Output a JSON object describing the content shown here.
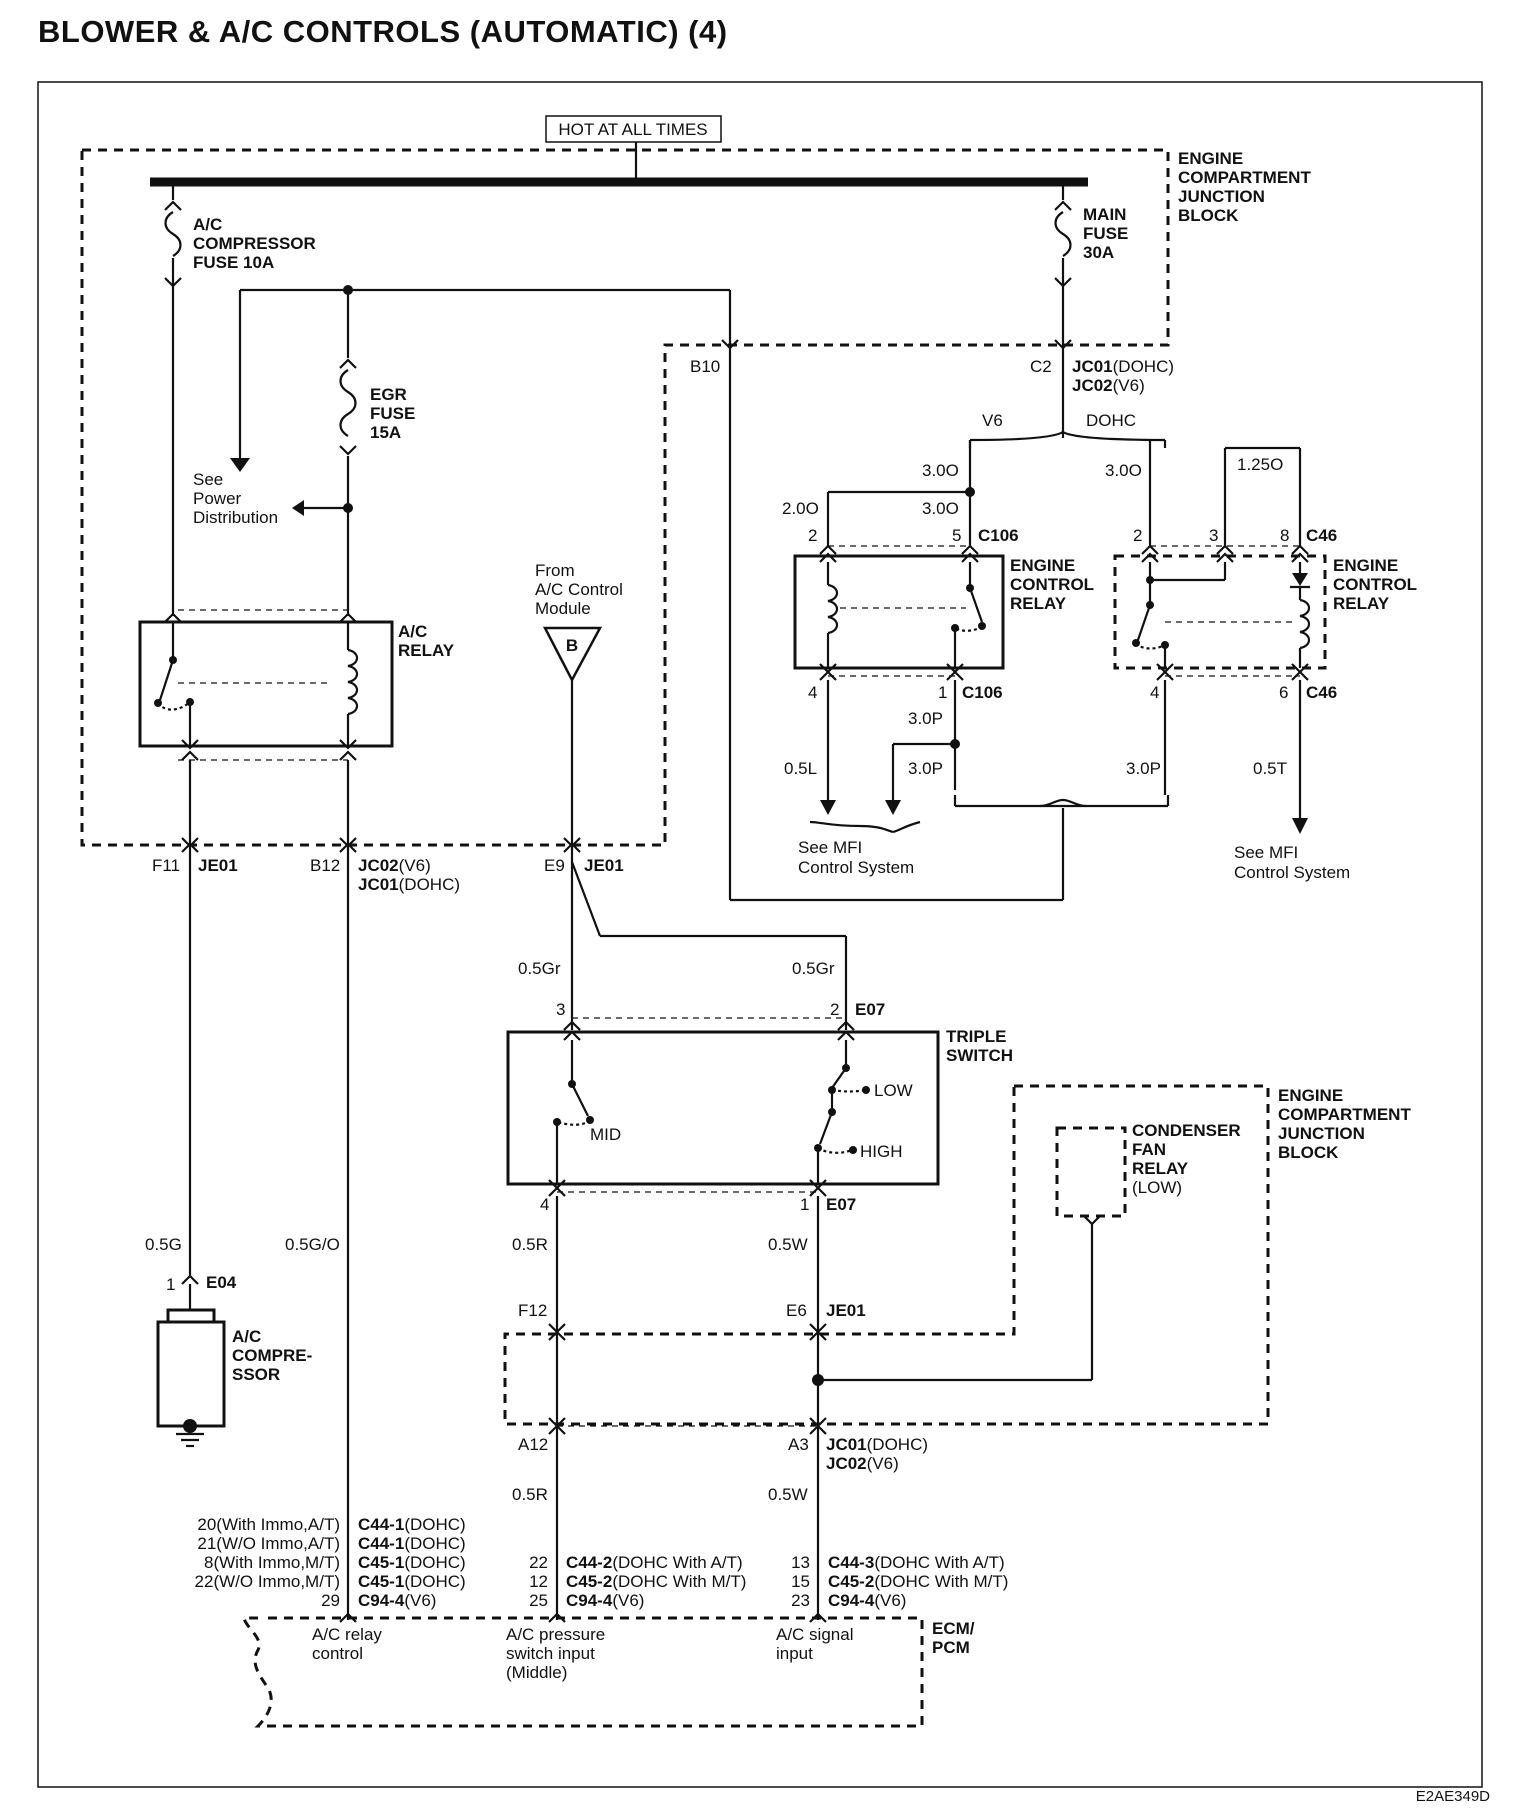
{
  "title": "BLOWER & A/C CONTROLS (AUTOMATIC) (4)",
  "diagram_code": "E2AE349D",
  "hot_label": "HOT AT ALL TIMES",
  "engine_compartment_junction_block": [
    "ENGINE",
    "COMPARTMENT",
    "JUNCTION",
    "BLOCK"
  ],
  "fuses": {
    "ac_compressor": [
      "A/C",
      "COMPRESSOR",
      "FUSE 10A"
    ],
    "main": [
      "MAIN",
      "FUSE",
      "30A"
    ],
    "egr": [
      "EGR",
      "FUSE",
      "15A"
    ]
  },
  "see_power_distribution": [
    "See",
    "Power",
    "Distribution"
  ],
  "ac_relay": [
    "A/C",
    "RELAY"
  ],
  "from_ac_module": [
    "From",
    "A/C Control",
    "Module"
  ],
  "connector_b": "B",
  "top_right": {
    "b10": "B10",
    "c2": "C2",
    "jc01_a": "JC01",
    "jc01_a_sub": "(DOHC)",
    "jc02_a": "JC02",
    "jc02_a_sub": "(V6)",
    "v6": "V6",
    "dohc": "DOHC",
    "w3_0o_1": "3.0O",
    "w3_0o_2": "3.0O",
    "w3_0o_3": "3.0O",
    "w2_0o": "2.0O",
    "w1_25o": "1.25O",
    "p2_1": "2",
    "p5": "5",
    "c106_top": "C106",
    "p2_2": "2",
    "p3": "3",
    "p8": "8",
    "c46_top": "C46",
    "ecr_left": [
      "ENGINE",
      "CONTROL",
      "RELAY"
    ],
    "ecr_right": [
      "ENGINE",
      "CONTROL",
      "RELAY"
    ],
    "p4_1": "4",
    "p1": "1",
    "c106_bot": "C106",
    "p4_2": "4",
    "p6": "6",
    "c46_bot": "C46",
    "w3_0p_1": "3.0P",
    "w3_0p_2": "3.0P",
    "w3_0p_3": "3.0P",
    "w0_5l": "0.5L",
    "w0_5t": "0.5T",
    "see_mfi_1": [
      "See MFI",
      "Control System"
    ],
    "see_mfi_2": [
      "See MFI",
      "Control System"
    ]
  },
  "mid": {
    "f11": "F11",
    "je01_1": "JE01",
    "b12": "B12",
    "jc02_b": "JC02",
    "jc02_b_sub": "(V6)",
    "jc01_b": "JC01",
    "jc01_b_sub": "(DOHC)",
    "e9": "E9",
    "je01_2": "JE01",
    "w0_5gr_1": "0.5Gr",
    "w0_5gr_2": "0.5Gr",
    "p3_t": "3",
    "p2_t": "2",
    "e07_top": "E07",
    "triple": [
      "TRIPLE",
      "SWITCH"
    ],
    "low": "LOW",
    "mid_label": "MID",
    "high": "HIGH",
    "ecjb2": [
      "ENGINE",
      "COMPARTMENT",
      "JUNCTION",
      "BLOCK"
    ],
    "cfr": [
      "CONDENSER",
      "FAN",
      "RELAY"
    ],
    "cfr_low": "(LOW)",
    "p4_t": "4",
    "p1_t": "1",
    "e07_bot": "E07",
    "w0_5g": "0.5G",
    "w0_5go": "0.5G/O",
    "w0_5r_1": "0.5R",
    "w0_5w_1": "0.5W",
    "p1_e": "1",
    "e04": "E04",
    "acc": [
      "A/C",
      "COMPRE-",
      "SSOR"
    ],
    "f12": "F12",
    "e6": "E6",
    "je01_3": "JE01",
    "a12": "A12",
    "a3": "A3",
    "jc01_c": "JC01",
    "jc01_c_sub": "(DOHC)",
    "jc02_c": "JC02",
    "jc02_c_sub": "(V6)",
    "w0_5r_2": "0.5R",
    "w0_5w_2": "0.5W"
  },
  "pcm": {
    "left_pins": [
      "20(With Immo,A/T)",
      "21(W/O Immo,A/T)",
      "8(With Immo,M/T)",
      "22(W/O Immo,M/T)",
      "29"
    ],
    "left_conn": [
      {
        "b": "C44-1",
        "t": "(DOHC)"
      },
      {
        "b": "C44-1",
        "t": "(DOHC)"
      },
      {
        "b": "C45-1",
        "t": "(DOHC)"
      },
      {
        "b": "C45-1",
        "t": "(DOHC)"
      },
      {
        "b": "C94-4",
        "t": "(V6)"
      }
    ],
    "mid_pins": [
      "22",
      "12",
      "25"
    ],
    "mid_conn": [
      {
        "b": "C44-2",
        "t": "(DOHC With A/T)"
      },
      {
        "b": "C45-2",
        "t": "(DOHC With M/T)"
      },
      {
        "b": "C94-4",
        "t": "(V6)"
      }
    ],
    "right_pins": [
      "13",
      "15",
      "23"
    ],
    "right_conn": [
      {
        "b": "C44-3",
        "t": "(DOHC With A/T)"
      },
      {
        "b": "C45-2",
        "t": "(DOHC With M/T)"
      },
      {
        "b": "C94-4",
        "t": "(V6)"
      }
    ],
    "relay_control": [
      "A/C relay",
      "control"
    ],
    "pressure_input": [
      "A/C pressure",
      "switch input",
      "(Middle)"
    ],
    "signal_input": [
      "A/C signal",
      "input"
    ],
    "ecm": [
      "ECM/",
      "PCM"
    ]
  }
}
